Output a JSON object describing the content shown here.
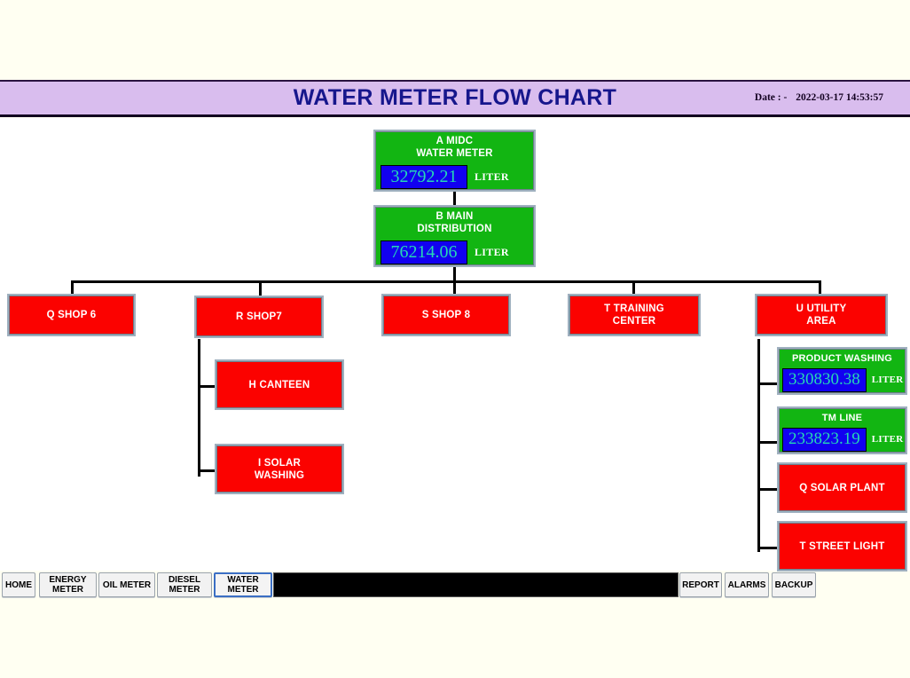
{
  "header": {
    "title": "WATER METER FLOW CHART",
    "date_label": "Date : -",
    "date_value": "2022-03-17 14:53:57",
    "bg_color": "#d9bdee",
    "title_color": "#16168c"
  },
  "colors": {
    "meter_node": "#12b512",
    "plain_node": "#fb0200",
    "value_bg": "#1200f0",
    "value_text": "#25d9b4",
    "page_bg": "#fffff2",
    "canvas_bg": "#ffffff",
    "active_tab_border": "#3b6fc4"
  },
  "chart_data": {
    "type": "diagram",
    "title": "WATER METER FLOW CHART",
    "unit": "LITER",
    "nodes": [
      {
        "id": "A",
        "label": "A MIDC\nWATER METER",
        "kind": "meter",
        "value": "32792.21",
        "unit": "LITER"
      },
      {
        "id": "B",
        "label": "B MAIN\nDISTRIBUTION",
        "kind": "meter",
        "value": "76214.06",
        "unit": "LITER"
      },
      {
        "id": "Q6",
        "label": "Q SHOP 6",
        "kind": "plain"
      },
      {
        "id": "R7",
        "label": "R SHOP7",
        "kind": "plain"
      },
      {
        "id": "S8",
        "label": "S SHOP 8",
        "kind": "plain"
      },
      {
        "id": "T",
        "label": "T TRAINING\nCENTER",
        "kind": "plain"
      },
      {
        "id": "U",
        "label": "U UTILITY\nAREA",
        "kind": "plain"
      },
      {
        "id": "H",
        "label": "H CANTEEN",
        "kind": "plain"
      },
      {
        "id": "I",
        "label": "I SOLAR\nWASHING",
        "kind": "plain"
      },
      {
        "id": "PW",
        "label": "PRODUCT WASHING",
        "kind": "meter",
        "value": "330830.38",
        "unit": "LITER"
      },
      {
        "id": "TM",
        "label": "TM LINE",
        "kind": "meter",
        "value": "233823.19",
        "unit": "LITER"
      },
      {
        "id": "QSP",
        "label": "Q SOLAR PLANT",
        "kind": "plain"
      },
      {
        "id": "TSL",
        "label": "T STREET LIGHT",
        "kind": "plain"
      }
    ],
    "edges": [
      {
        "from": "A",
        "to": "B"
      },
      {
        "from": "B",
        "to": "Q6"
      },
      {
        "from": "B",
        "to": "R7"
      },
      {
        "from": "B",
        "to": "S8"
      },
      {
        "from": "B",
        "to": "T"
      },
      {
        "from": "B",
        "to": "U"
      },
      {
        "from": "R7",
        "to": "H"
      },
      {
        "from": "R7",
        "to": "I"
      },
      {
        "from": "U",
        "to": "PW"
      },
      {
        "from": "U",
        "to": "TM"
      },
      {
        "from": "U",
        "to": "QSP"
      },
      {
        "from": "U",
        "to": "TSL"
      }
    ]
  },
  "nodes": {
    "midc": {
      "label": "A MIDC\nWATER METER",
      "value": "32792.21",
      "unit": "LITER"
    },
    "main_distribution": {
      "label": "B MAIN\nDISTRIBUTION",
      "value": "76214.06",
      "unit": "LITER"
    },
    "shop6": {
      "label": "Q SHOP 6"
    },
    "shop7": {
      "label": "R SHOP7"
    },
    "shop8": {
      "label": "S SHOP 8"
    },
    "training_center": {
      "label": "T TRAINING\nCENTER"
    },
    "utility_area": {
      "label": "U UTILITY\nAREA"
    },
    "canteen": {
      "label": "H CANTEEN"
    },
    "solar_washing": {
      "label": "I SOLAR\nWASHING"
    },
    "product_washing": {
      "label": "PRODUCT WASHING",
      "value": "330830.38",
      "unit": "LITER"
    },
    "tm_line": {
      "label": "TM LINE",
      "value": "233823.19",
      "unit": "LITER"
    },
    "solar_plant": {
      "label": "Q SOLAR PLANT"
    },
    "street_light": {
      "label": "T STREET LIGHT"
    }
  },
  "toolbar": {
    "home": "HOME",
    "energy_meter": "ENERGY\nMETER",
    "oil_meter": "OIL METER",
    "diesel_meter": "DIESEL\nMETER",
    "water_meter": "WATER\nMETER",
    "report": "REPORT",
    "alarms": "ALARMS",
    "backup": "BACKUP",
    "status_text": ""
  }
}
